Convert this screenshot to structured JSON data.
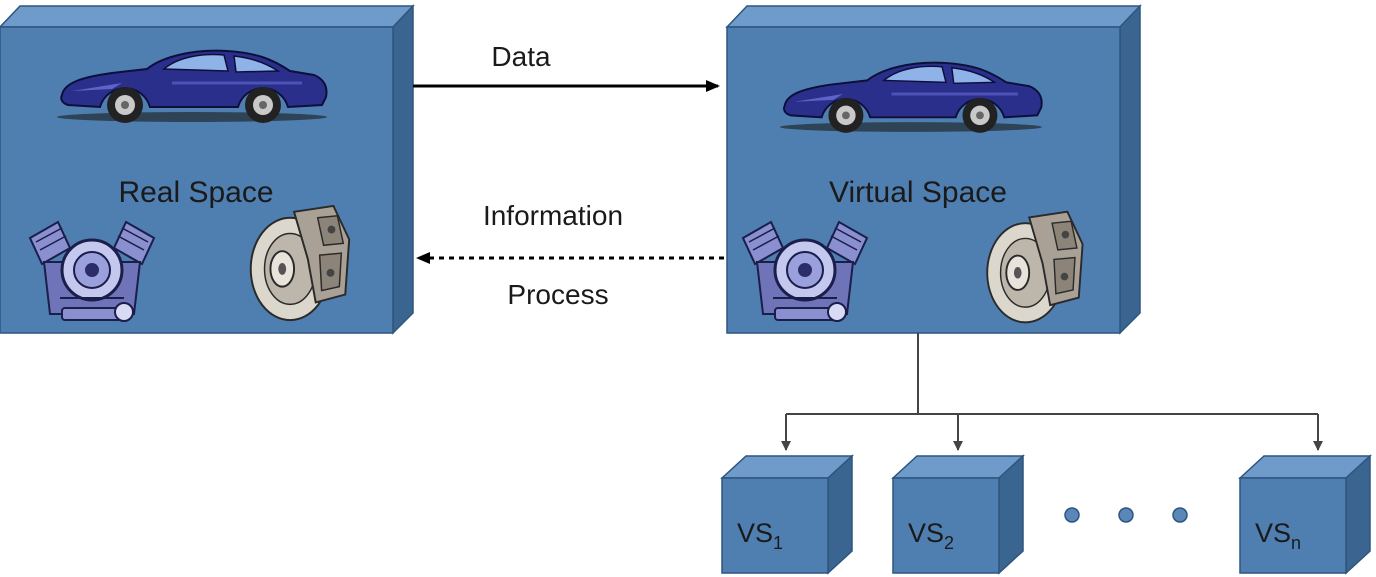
{
  "real_space": {
    "label": "Real Space",
    "icons": [
      "car-icon",
      "engine-icon",
      "brake-disc-icon"
    ]
  },
  "virtual_space": {
    "label": "Virtual Space",
    "icons": [
      "car-icon",
      "engine-icon",
      "brake-disc-icon"
    ]
  },
  "arrows": {
    "data_label": "Data",
    "information_label": "Information",
    "process_label": "Process"
  },
  "sub_spaces": [
    {
      "base": "VS",
      "subscript": "1"
    },
    {
      "base": "VS",
      "subscript": "2"
    },
    {
      "base": "VS",
      "subscript": "n"
    }
  ],
  "ellipsis_dots": 3,
  "colors": {
    "box_front": "#4f7fb0",
    "box_top": "#6e9bc9",
    "box_side": "#3a6591",
    "box_edge": "#2e557f",
    "arrow": "#000000",
    "connector": "#444444",
    "car_body": "#2b2f8c",
    "engine": "#8a8fcf",
    "brake": "#b7b1a6"
  }
}
